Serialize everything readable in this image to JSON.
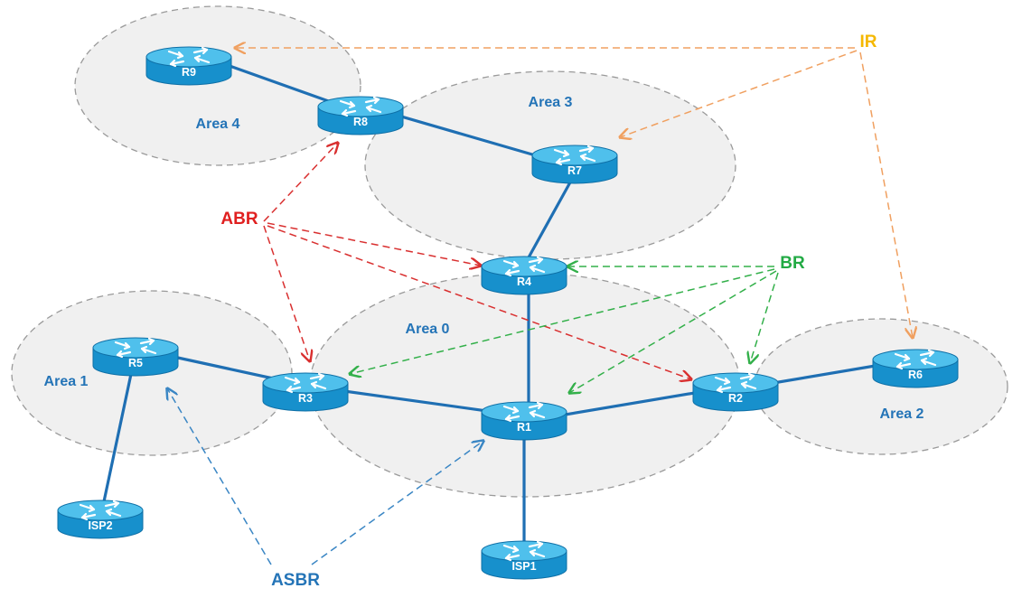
{
  "areas": [
    {
      "id": "area4",
      "label": "Area 4"
    },
    {
      "id": "area3",
      "label": "Area 3"
    },
    {
      "id": "area0",
      "label": "Area 0"
    },
    {
      "id": "area1",
      "label": "Area 1"
    },
    {
      "id": "area2",
      "label": "Area 2"
    }
  ],
  "routers": [
    {
      "id": "r9",
      "name": "R9"
    },
    {
      "id": "r8",
      "name": "R8"
    },
    {
      "id": "r7",
      "name": "R7"
    },
    {
      "id": "r4",
      "name": "R4"
    },
    {
      "id": "r5",
      "name": "R5"
    },
    {
      "id": "r3",
      "name": "R3"
    },
    {
      "id": "r1",
      "name": "R1"
    },
    {
      "id": "r2",
      "name": "R2"
    },
    {
      "id": "r6",
      "name": "R6"
    },
    {
      "id": "isp2",
      "name": "ISP2"
    },
    {
      "id": "isp1",
      "name": "ISP1"
    }
  ],
  "links": [
    [
      "r9",
      "r8"
    ],
    [
      "r8",
      "r7"
    ],
    [
      "r7",
      "r4"
    ],
    [
      "r4",
      "r1"
    ],
    [
      "r5",
      "r3"
    ],
    [
      "r5",
      "isp2"
    ],
    [
      "r3",
      "r1"
    ],
    [
      "r1",
      "r2"
    ],
    [
      "r2",
      "r6"
    ],
    [
      "r1",
      "isp1"
    ]
  ],
  "roles": [
    {
      "id": "ir",
      "label": "IR",
      "color": "#f5b800",
      "arrow_color": "#f0a060",
      "targets": [
        "r9",
        "r7",
        "r6"
      ]
    },
    {
      "id": "abr",
      "label": "ABR",
      "color": "#e02020",
      "arrow_color": "#d93030",
      "targets": [
        "r8",
        "r4",
        "r3",
        "r2"
      ]
    },
    {
      "id": "br",
      "label": "BR",
      "color": "#22aa44",
      "arrow_color": "#33b04a",
      "targets": [
        "r4",
        "r3",
        "r1",
        "r2"
      ]
    },
    {
      "id": "asbr",
      "label": "ASBR",
      "color": "#2474b7",
      "arrow_color": "#3a86c4",
      "targets": [
        "r5",
        "r1"
      ]
    }
  ],
  "colors": {
    "router_body": "#1790cc",
    "router_top": "#4fc0ec",
    "router_outline": "#0e6fa6",
    "link": "#1f6fb3"
  }
}
